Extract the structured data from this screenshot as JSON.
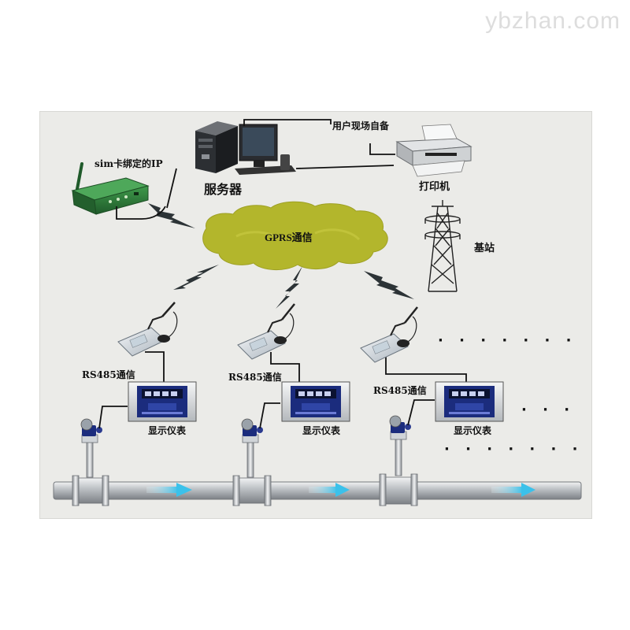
{
  "watermark": "ybzhan.com",
  "labels": {
    "user_equipment": "用户现场自备",
    "sim_ip": "sim卡绑定的IP",
    "server": "服务器",
    "printer": "打印机",
    "gprs": "GPRS通信",
    "base_station": "基站",
    "rs485": "RS485通信",
    "display_meter": "显示仪表"
  },
  "ellipsis": "· · · · · · ·",
  "ellipsis_short": "· · ·",
  "colors": {
    "panel": "#ebebe8",
    "cloud": "#b3b62c",
    "router": "#2e7a3a",
    "pipe": "#a9adb1",
    "flow_arrow": "#4fc7ea",
    "meter_body": "#1b2c7d"
  }
}
